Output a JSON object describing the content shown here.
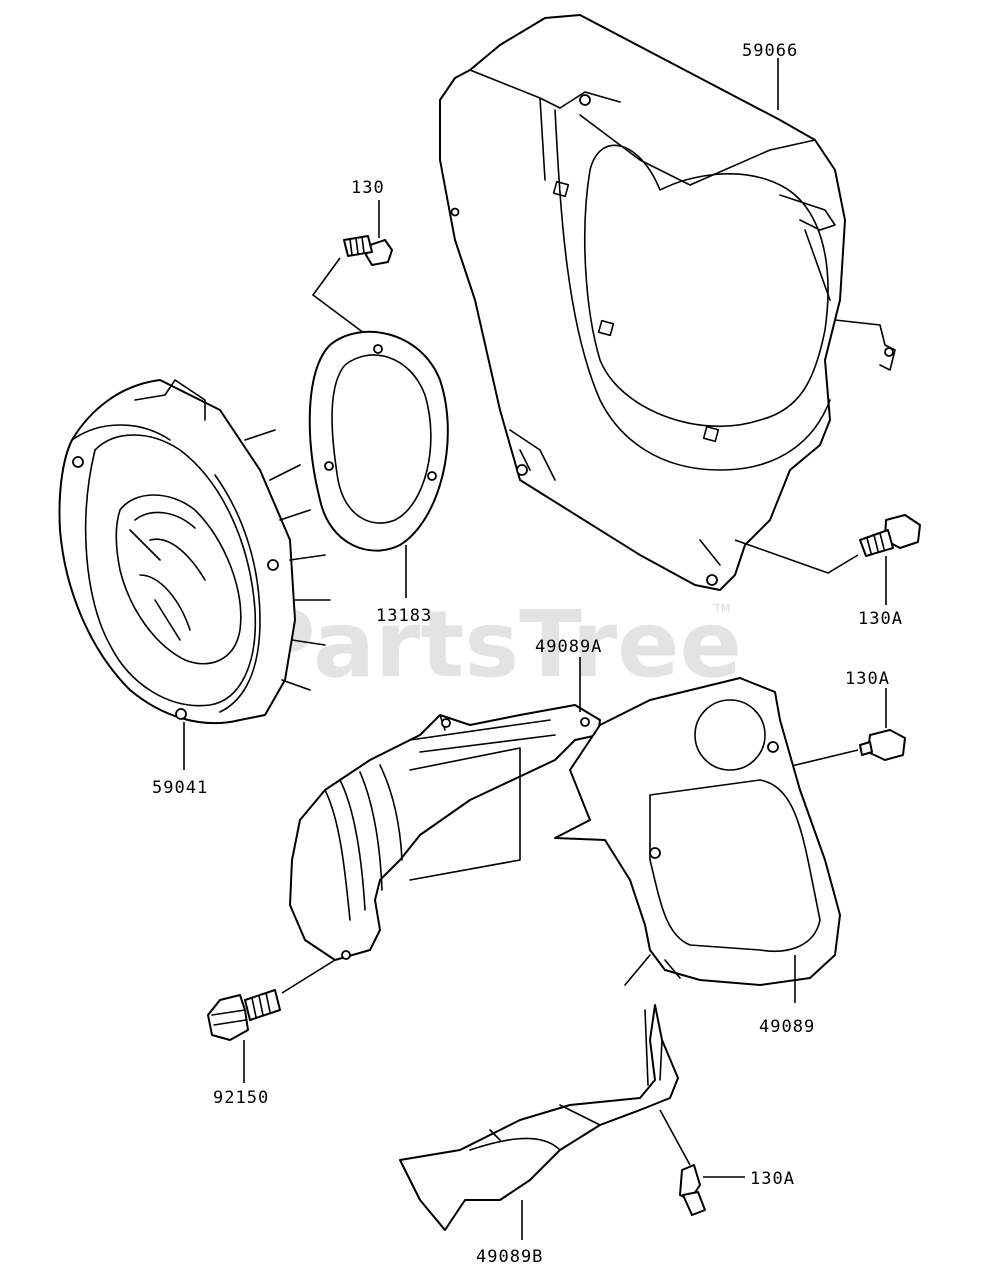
{
  "watermark": {
    "text": "PartsTree",
    "trademark": "TM"
  },
  "callouts": {
    "shroud": "59066",
    "bolt_top": "130",
    "gasket": "13183",
    "bolt_shroud": "130A",
    "fan": "59041",
    "cover_a": "49089A",
    "bolt_cover": "130A",
    "cover": "49089",
    "stud": "92150",
    "cover_b": "49089B",
    "bolt_bottom": "130A"
  }
}
